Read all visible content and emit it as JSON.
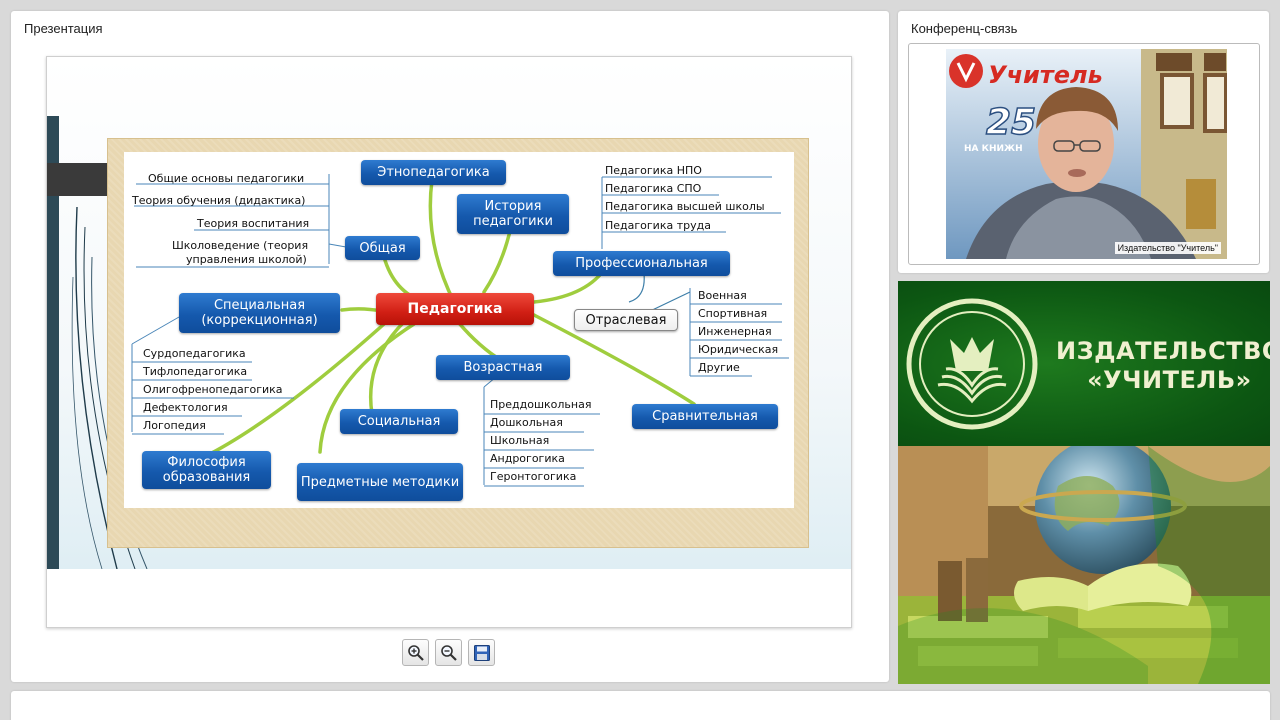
{
  "presentation": {
    "title": "Презентация",
    "mindmap": {
      "center": "Педагогика",
      "nodes": {
        "etno": "Этнопедагогика",
        "istoriya": "История педагогики",
        "obshaya": "Общая",
        "professionalnaya": "Профессиональная",
        "otraslevaya": "Отраслевая",
        "specialnaya": "Специальная (коррекционная)",
        "vozrastnaya": "Возрастная",
        "socialnaya": "Социальная",
        "sravnitelnaya": "Сравнительная",
        "filosofiya": "Философия образования",
        "predmetnye": "Предметные методики"
      },
      "obshaya_items": [
        "Общие основы педагогики",
        "Теория обучения (дидактика)",
        "Теория воспитания",
        "Школоведение (теория",
        "управления школой)"
      ],
      "prof_items": [
        "Педагогика НПО",
        "Педагогика СПО",
        "Педагогика высшей школы",
        "Педагогика труда"
      ],
      "otrasl_items": [
        "Военная",
        "Спортивная",
        "Инженерная",
        "Юридическая",
        "Другие"
      ],
      "spec_items": [
        "Сурдопедагогика",
        "Тифлопедагогика",
        "Олигофренопедагогика",
        "Дефектология",
        "Логопедия"
      ],
      "vozr_items": [
        "Преддошкольная",
        "Дошкольная",
        "Школьная",
        "Андрогогика",
        "Геронтогогика"
      ]
    },
    "toolbar": {
      "zoom_in": "zoom-in-icon",
      "zoom_out": "zoom-out-icon",
      "save": "save-icon"
    }
  },
  "conference": {
    "title": "Конференц-связь",
    "video_caption": "Издательство \"Учитель\"",
    "banner_text": {
      "brand": "Учитель",
      "number": "25",
      "line": "НА КНИЖН"
    }
  },
  "publisher": {
    "name_line1": "ИЗДАТЕЛЬСТВО",
    "name_line2": "«УЧИТЕЛЬ»"
  },
  "colors": {
    "node_blue": "#1559ad",
    "node_red": "#d11f14",
    "branch_green": "#9fcd3e",
    "publisher_green": "#0d5a14"
  }
}
